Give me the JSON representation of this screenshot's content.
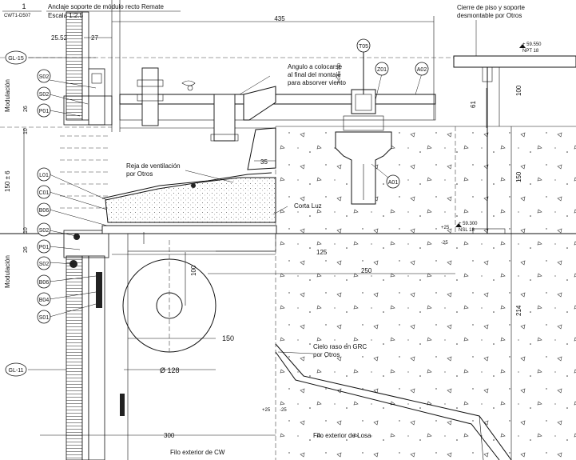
{
  "title": {
    "number": "1",
    "code": "CWT1-D507",
    "name": "Anclaje soporte de módulo recto Remate",
    "scale": "Escala 1:2.5"
  },
  "tags": {
    "gl15": "GL-15",
    "gl11": "GL-11",
    "s02a": "S02",
    "s02b": "S02",
    "p01a": "P01",
    "l01": "L01",
    "c01": "C01",
    "b06a": "B06",
    "s02c": "S02",
    "p01b": "P01",
    "s02d": "S02",
    "b06b": "B06",
    "b04": "B04",
    "s01": "S01",
    "t05": "T05",
    "z01": "Z01",
    "a02": "A02",
    "a01": "A01"
  },
  "dimensions": {
    "d435": "435",
    "d25_52": "25.52",
    "d27": "27",
    "d61": "61",
    "d100a": "100",
    "d150v": "150",
    "d35": "35",
    "d125": "125",
    "d250": "250",
    "d100b": "100",
    "d214": "214",
    "d150h": "150",
    "d128": "Ø 128",
    "d300": "300",
    "d26a": "26",
    "d10a": "10",
    "d150pm6": "150 ± 6",
    "d10b": "10",
    "d26b": "26",
    "p25a": "+25",
    "m25a": "-25",
    "p25b": "+25",
    "m25b": "-25",
    "mod_top": "Modulación",
    "mod_bot": "Modulación",
    "sheet_dim": "t=0.6 x 150"
  },
  "levels": {
    "top_value": "+ 59.550",
    "top_label": "NPT 18",
    "bottom_value": "+ 59.300",
    "bottom_label": "NSL 18"
  },
  "notes": {
    "cierre_1": "Cierre de piso y soporte",
    "cierre_2": "desmontable por Otros",
    "angulo_1": "Angulo a colocarse",
    "angulo_2": "al final del montaje",
    "angulo_3": "para absorver viento",
    "reja_1": "Reja de ventilación",
    "reja_2": "por Otros",
    "cortaluz": "Corta Luz",
    "cielo_1": "Cielo raso en GRC",
    "cielo_2": "por Otros",
    "filo_losa": "Filo exterior de Losa",
    "filo_cw": "Filo exterior de CW"
  }
}
